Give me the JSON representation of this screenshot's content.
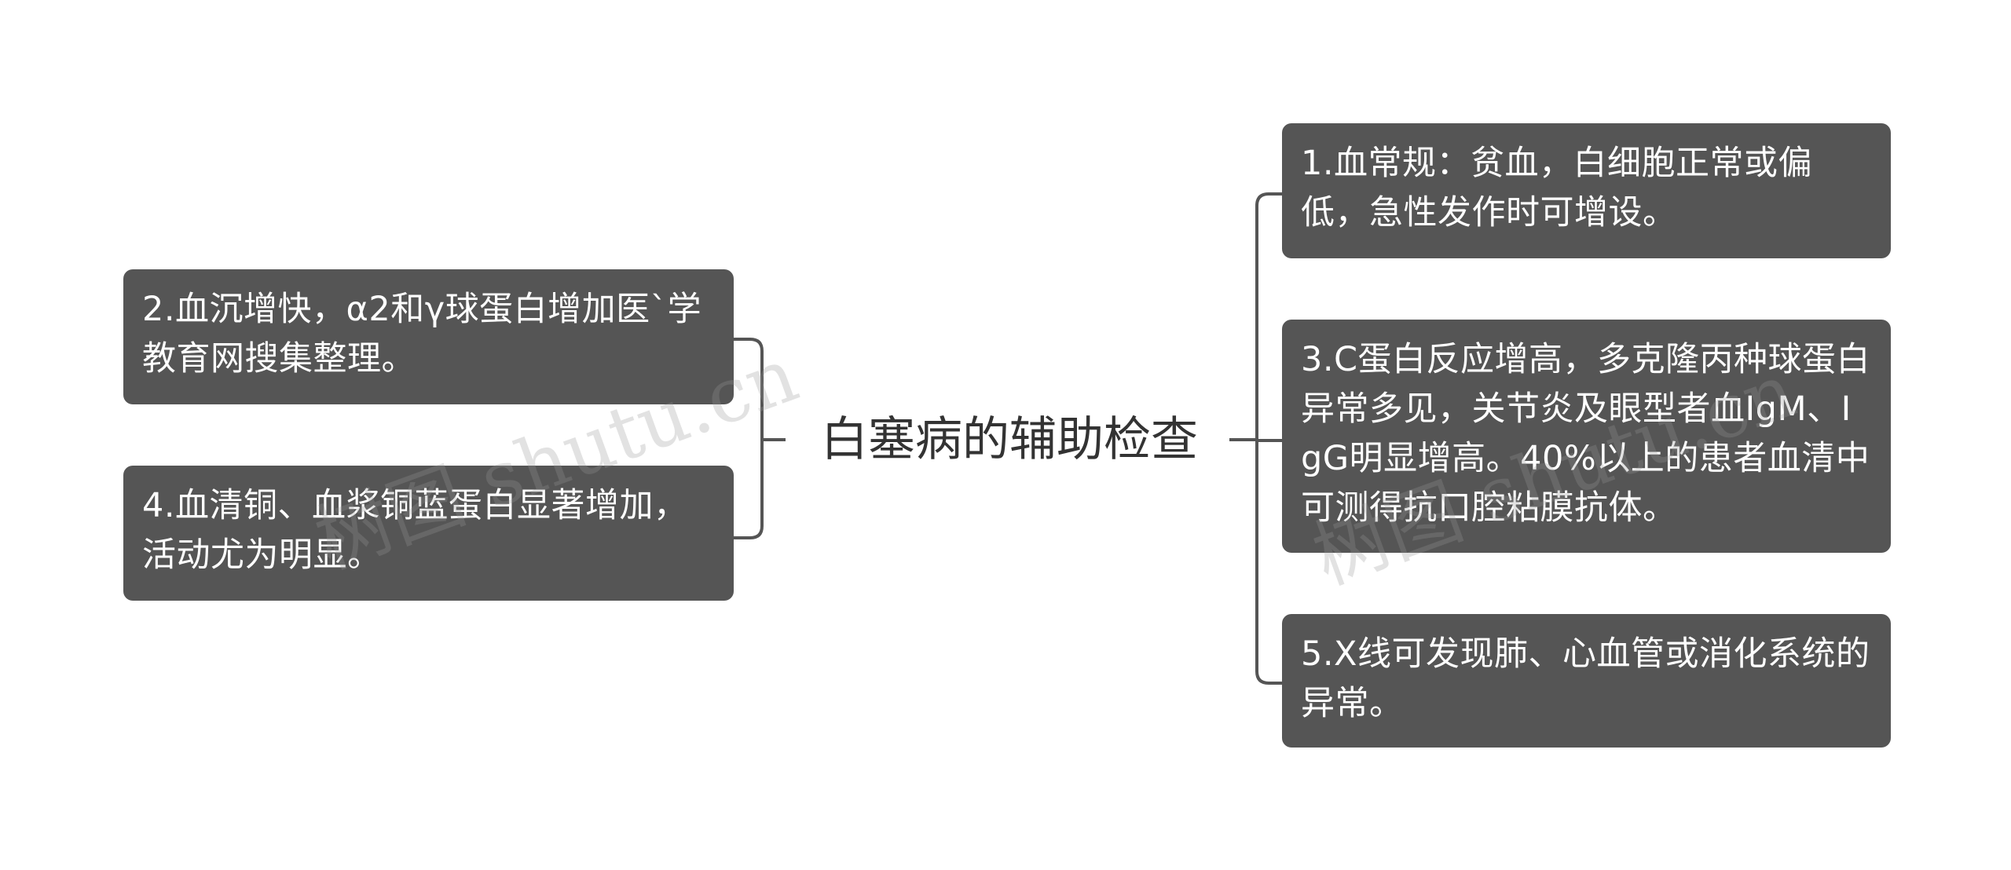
{
  "root": {
    "label": "白塞病的辅助检查"
  },
  "nodes": [
    {
      "id": "n1",
      "label": "1.血常规：贫血，白细胞正常或偏低，急性发作时可增设。"
    },
    {
      "id": "n2",
      "label": "2.血沉增快，α2和γ球蛋白增加医`学教育网搜集整理。"
    },
    {
      "id": "n3",
      "label": "3.C蛋白反应增高，多克隆丙种球蛋白异常多见，关节炎及眼型者血IgM、IgG明显增高。40%以上的患者血清中可测得抗口腔粘膜抗体。"
    },
    {
      "id": "n4",
      "label": "4.血清铜、血浆铜蓝蛋白显著增加，活动尤为明显。"
    },
    {
      "id": "n5",
      "label": "5.X线可发现肺、心血管或消化系统的异常。"
    }
  ],
  "watermarks": [
    {
      "text": "树图 shutu.cn"
    },
    {
      "text": "树图 shutu.cn"
    }
  ],
  "colors": {
    "node_bg": "#555555",
    "node_text": "#ffffff",
    "root_text": "#333333",
    "line": "#555555"
  }
}
